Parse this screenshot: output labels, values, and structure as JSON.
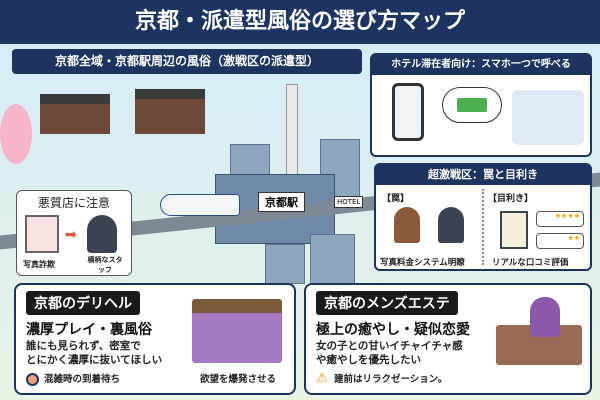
{
  "header": {
    "title": "京都・派遣型風俗の選び方マップ"
  },
  "subtitle": "京都全域・京都駅周辺の風俗（激戦区の派遣型）",
  "hotel": {
    "title": "ホテル滞在者向け：スマホ一つで呼べる"
  },
  "map": {
    "station_label": "京都駅",
    "hotel_sign": "HOTEL"
  },
  "warning": {
    "title": "悪質店に注意",
    "photo_label": "写真詐欺",
    "staff_label": "横柄なスタッフ"
  },
  "trap": {
    "title": "超激戦区：罠と目利き",
    "left_head": "【罠】",
    "right_head": "【目利き】",
    "left_label": "写真料金システム明瞭",
    "right_label": "リアルな口コミ評価"
  },
  "deriheru": {
    "tag": "京都のデリヘル",
    "heading": "濃厚プレイ・裏風俗",
    "desc": [
      "誰にも見られず、密室で",
      "とにかく濃厚に抜いてほしい"
    ],
    "note": "混雑時の到着待ち",
    "caption": "欲望を爆発させる"
  },
  "esthe": {
    "tag": "京都のメンズエステ",
    "heading": "極上の癒やし・疑似恋愛",
    "desc": [
      "女の子との甘いイチャイチャ感",
      "や癒やしを優先したい"
    ],
    "note": "建前はリラクゼーション。"
  },
  "colors": {
    "navy": "#1d3461",
    "accent": "#e05a3a"
  }
}
